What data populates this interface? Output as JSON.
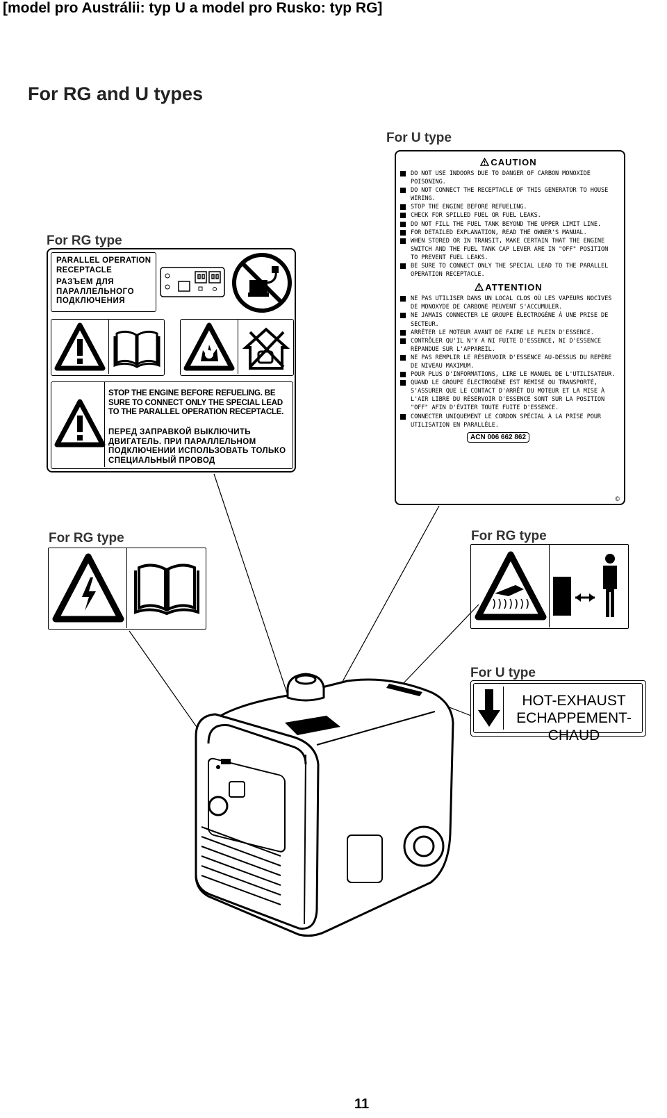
{
  "header": {
    "title": "[model pro Austrálii: typ U a model pro Rusko: typ RG]"
  },
  "section_title": "For RG and U types",
  "labels": {
    "u_type_top": "For U type",
    "rg_type_left": "For RG type",
    "rg_type_mid_left": "For RG type",
    "rg_type_mid_right": "For RG type",
    "u_type_bottom": "For U type"
  },
  "caution_label": {
    "heading_en": "CAUTION",
    "items_en": [
      "DO NOT USE INDOORS DUE TO DANGER OF CARBON MONOXIDE POISONING.",
      "DO NOT CONNECT THE RECEPTACLE OF THIS GENERATOR TO HOUSE WIRING.",
      "STOP THE ENGINE BEFORE REFUELING.",
      "CHECK FOR SPILLED FUEL OR FUEL LEAKS.",
      "DO NOT FILL THE FUEL TANK BEYOND THE UPPER LIMIT LINE.",
      "FOR DETAILED EXPLANATION, READ THE OWNER'S MANUAL.",
      "WHEN STORED OR IN TRANSIT, MAKE CERTAIN THAT THE ENGINE SWITCH AND THE FUEL TANK CAP LEVER ARE IN \"OFF\" POSITION TO PREVENT FUEL LEAKS.",
      "BE SURE TO CONNECT ONLY THE SPECIAL LEAD TO THE PARALLEL OPERATION RECEPTACLE."
    ],
    "heading_fr": "ATTENTION",
    "items_fr": [
      "NE PAS UTILISER DANS UN LOCAL CLOS OÙ LES VAPEURS NOCIVES DE MONOXYDE DE CARBONE PEUVENT S'ACCUMULER.",
      "NE JAMAIS CONNECTER LE GROUPE ÉLECTROGÈNE À UNE PRISE DE SECTEUR.",
      "ARRÊTER LE MOTEUR AVANT DE FAIRE LE PLEIN D'ESSENCE.",
      "CONTRÔLER QU'IL N'Y A NI FUITE D'ESSENCE, NI D'ESSENCE RÉPANDUE SUR L'APPAREIL.",
      "NE PAS REMPLIR LE RÉSERVOIR D'ESSENCE AU-DESSUS DU REPÈRE DE NIVEAU MAXIMUM.",
      "POUR PLUS D'INFORMATIONS, LIRE LE MANUEL DE L'UTILISATEUR.",
      "QUAND LE GROUPE ÉLECTROGÈNE EST REMISÉ OU TRANSPORTÉ, S'ASSURER QUE LE CONTACT D'ARRÊT DU MOTEUR ET LA MISE À L'AIR LIBRE DU RÉSERVOIR D'ESSENCE SONT SUR LA POSITION \"OFF\" AFIN D'ÉVITER TOUTE FUITE D'ESSENCE.",
      "CONNECTER UNIQUEMENT LE CORDON SPÉCIAL À LA PRISE POUR UTILISATION EN PARALLÈLE."
    ],
    "acn": "ACN 006 662 862",
    "copyright": "©"
  },
  "rg_label": {
    "parallel_en": "PARALLEL OPERATION RECEPTACLE",
    "parallel_ru": "РАЗЪЕМ ДЛЯ ПАРАЛЛЕЛЬНОГО ПОДКЛЮЧЕНИЯ",
    "stop_en": "STOP THE ENGINE BEFORE REFUELING. BE SURE TO CONNECT ONLY THE SPECIAL LEAD TO THE PARALLEL OPERATION RECEPTACLE.",
    "stop_ru": "ПЕРЕД ЗАПРАВКОЙ ВЫКЛЮЧИТЬ ДВИГАТЕЛЬ. ПРИ ПАРАЛЛЕЛЬНОМ ПОДКЛЮЧЕНИИ ИСПОЛЬЗОВАТЬ ТОЛЬКО СПЕЦИАЛЬНЫЙ ПРОВОД"
  },
  "hot_exhaust": {
    "line1": "HOT-EXHAUST",
    "line2": "ECHAPPEMENT-CHAUD"
  },
  "page_number": "11"
}
